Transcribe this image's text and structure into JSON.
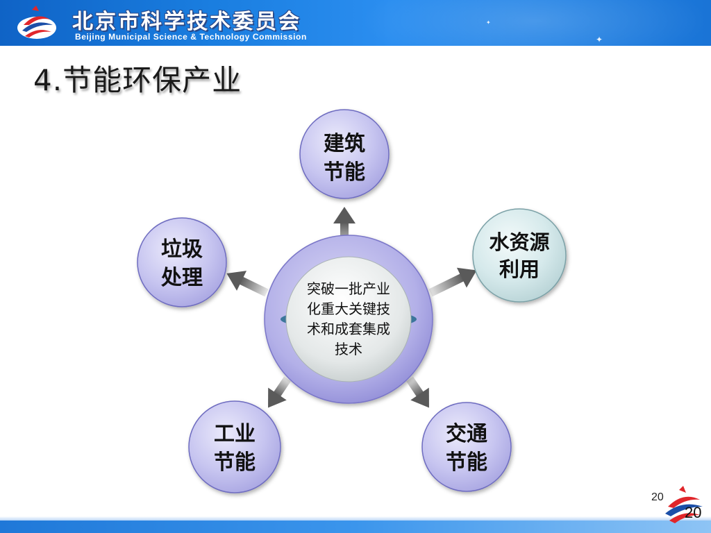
{
  "header": {
    "org_name_cn": "北京市科学技术委员会",
    "org_name_en": "Beijing Municipal Science & Technology Commission",
    "logo": "bjstc-logo"
  },
  "page_title": "4.节能环保产业",
  "diagram": {
    "center": {
      "lines": [
        "突破一批产业",
        "化重大关键技",
        "术和成套集成",
        "技术"
      ]
    },
    "nodes": [
      {
        "id": "building",
        "lines": [
          "建筑",
          "节能"
        ],
        "tone": "purple"
      },
      {
        "id": "water",
        "lines": [
          "水资源",
          "利用"
        ],
        "tone": "teal"
      },
      {
        "id": "traffic",
        "lines": [
          "交通",
          "节能"
        ],
        "tone": "purple"
      },
      {
        "id": "industry",
        "lines": [
          "工业",
          "节能"
        ],
        "tone": "purple"
      },
      {
        "id": "waste",
        "lines": [
          "垃圾",
          "处理"
        ],
        "tone": "purple"
      }
    ],
    "colors": {
      "purple_fill": "#c4c2ee",
      "purple_edge": "#6e6cc0",
      "teal_fill": "#d4e8ea",
      "teal_edge": "#7aa0a6",
      "arrow": "#6b6b6b"
    }
  },
  "footer": {
    "page_number_small": "20",
    "page_number_big": "20",
    "logo": "bjstc-logo"
  }
}
